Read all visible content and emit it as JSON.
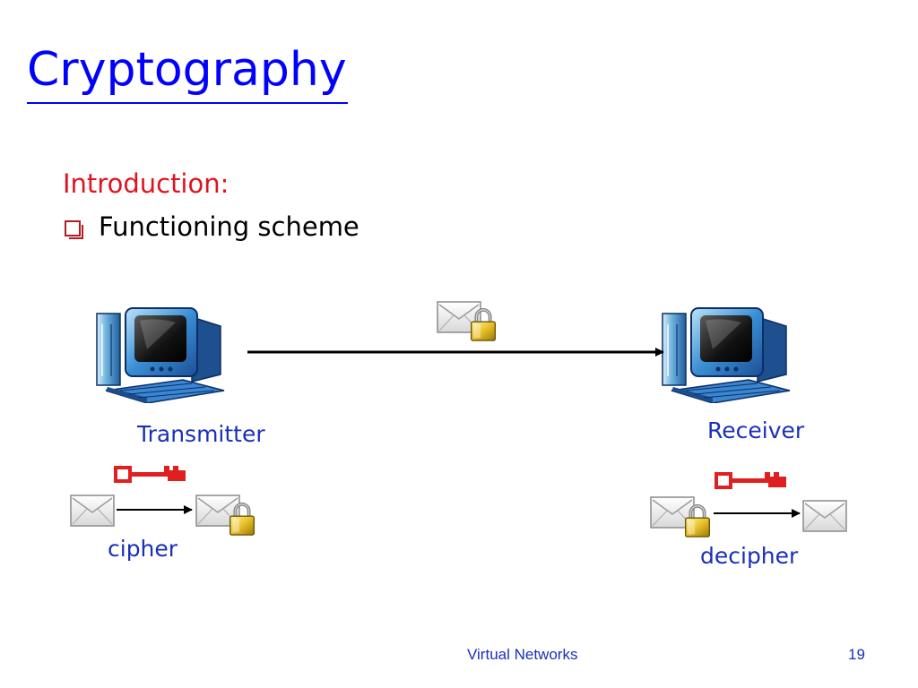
{
  "slide": {
    "title": "Cryptography",
    "intro": "Introduction:",
    "bullet": "Functioning scheme",
    "footer": "Virtual Networks",
    "page_number": "19"
  },
  "diagram": {
    "transmitter_label": "Transmitter",
    "receiver_label": "Receiver",
    "cipher_label": "cipher",
    "decipher_label": "decipher"
  },
  "colors": {
    "title": "#0000ff",
    "intro": "#e0141e",
    "label": "#1a30b8",
    "key": "#e02020",
    "monitor": "#2a6fb8"
  },
  "icons": {
    "computer": "computer-icon",
    "envelope": "envelope-icon",
    "lock": "padlock-icon",
    "key": "key-icon"
  }
}
